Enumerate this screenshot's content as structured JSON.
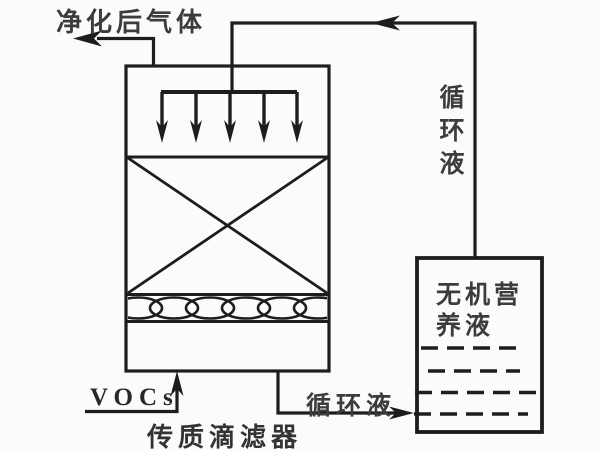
{
  "diagram": {
    "title_hint": "biotrickling filter process flow diagram",
    "labels": {
      "purified_gas": "净化后气体",
      "circulating_liquid_right": "循环液",
      "circulating_liquid_bottom": "循环液",
      "nutrient_solution": "无机营养液",
      "vocs_inlet": "VOCs",
      "filter_name": "传质滴滤器"
    },
    "colors": {
      "line": "#1d1d1d",
      "text": "#3c3c3c",
      "background": "#fbfbf9"
    }
  }
}
